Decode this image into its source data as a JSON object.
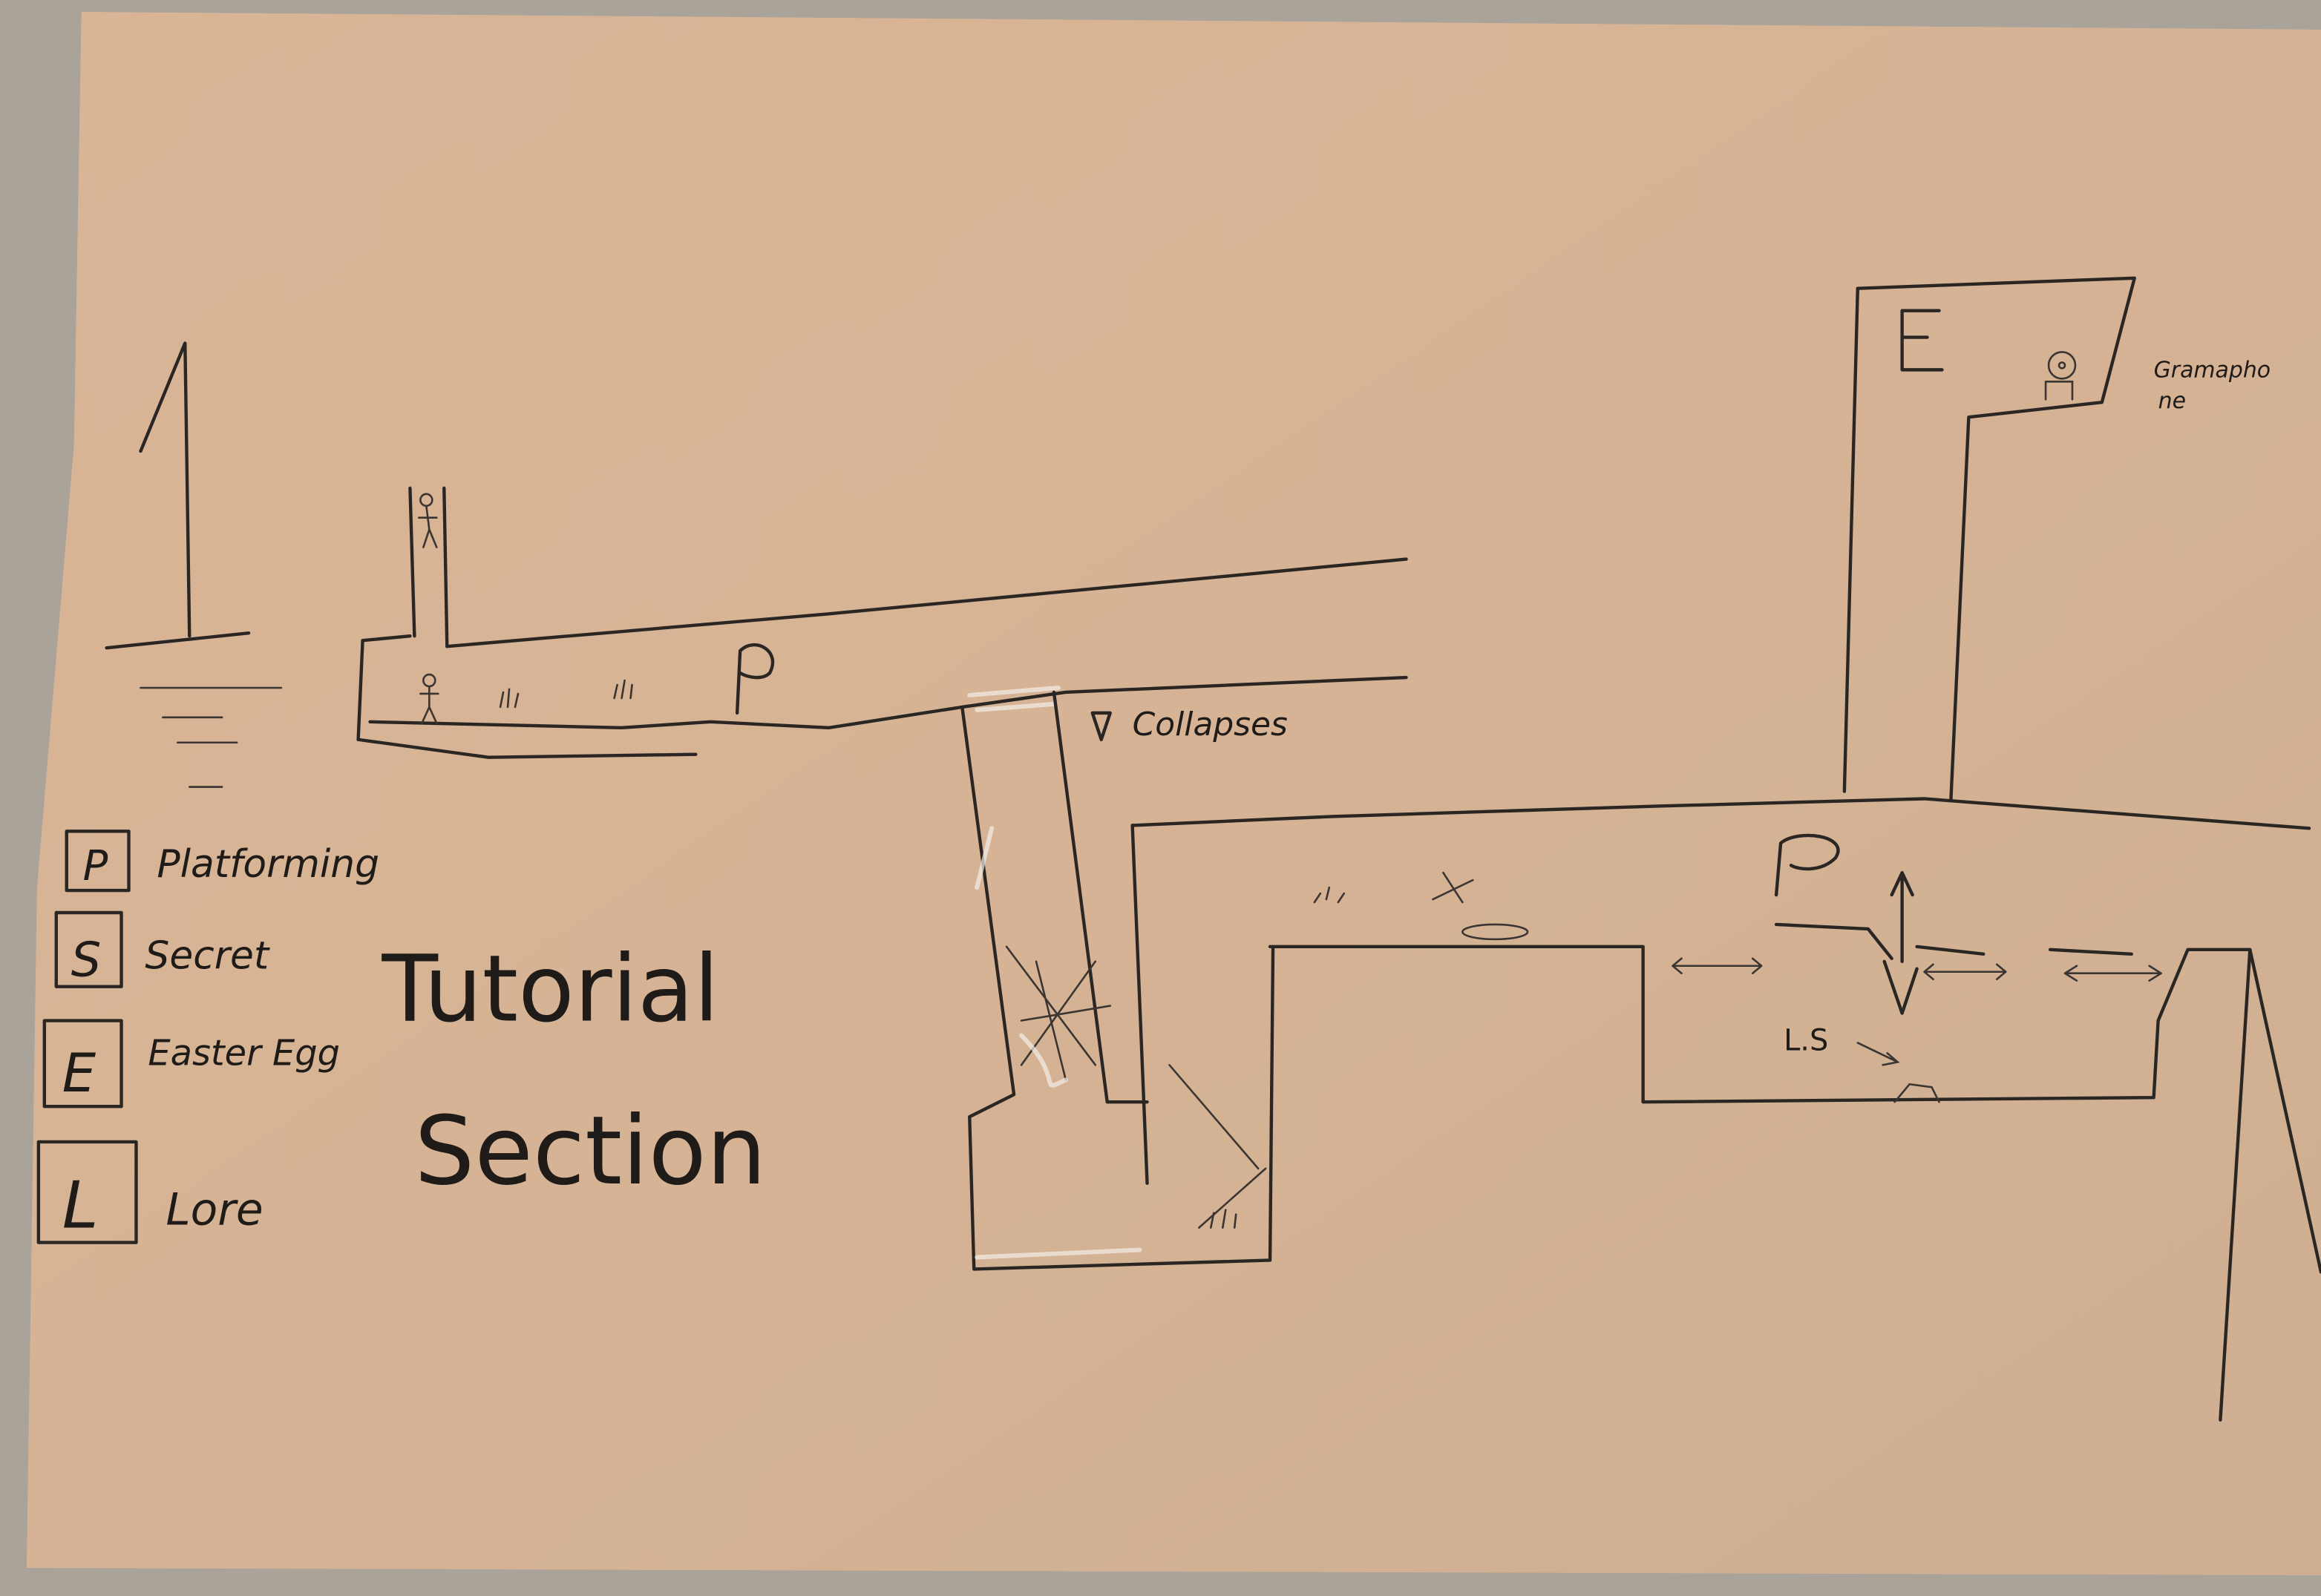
{
  "legend": {
    "items": [
      {
        "key": "P",
        "label": "Platforming"
      },
      {
        "key": "S",
        "label": "Secret"
      },
      {
        "key": "E",
        "label": "Easter Egg"
      },
      {
        "key": "L",
        "label": "Lore"
      }
    ]
  },
  "title": {
    "line1": "Tutorial",
    "line2": "Section"
  },
  "annotations": {
    "collapses": "Collapses",
    "gramaphone_line1": "Gramapho",
    "gramaphone_line2": "ne",
    "platforming_marker_1": "P",
    "platforming_marker_2": "P",
    "easter_egg_marker": "E",
    "lore_secret": "L.S"
  },
  "colors": {
    "paper": "#d8b596",
    "ink": "#2a2624",
    "chalk": "#f2eee8",
    "table": "#a9a39a"
  }
}
